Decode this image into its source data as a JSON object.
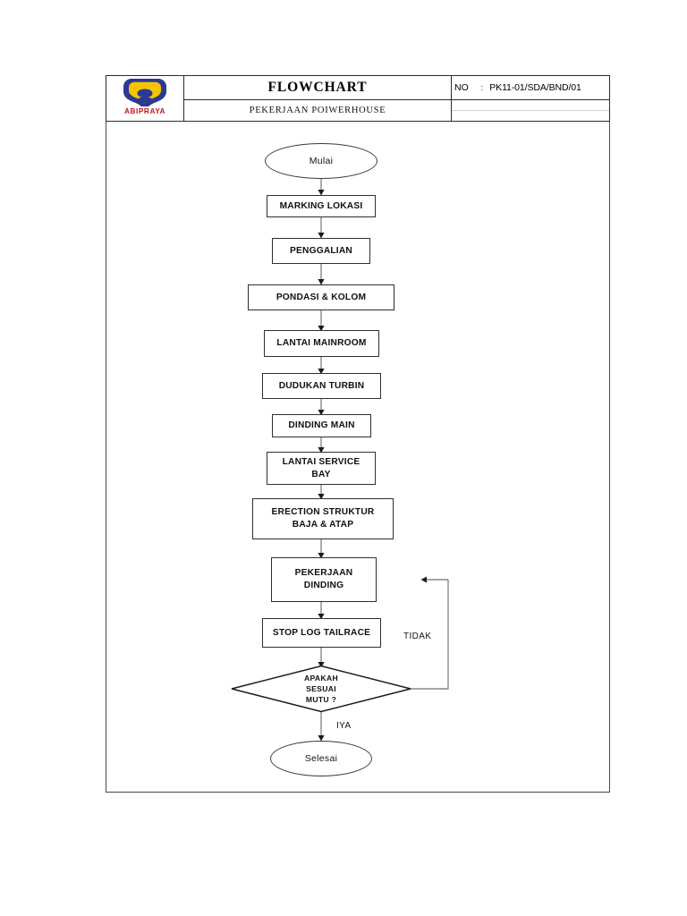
{
  "document": {
    "title": "FLOWCHART",
    "subtitle": "PEKERJAAN  POIWERHOUSE",
    "number_label": "NO",
    "number_separator": ":",
    "number_value": "PK11-01/SDA/BND/01",
    "logo_text": "ABIPRAYA"
  },
  "colors": {
    "logo_blue": "#2b3990",
    "logo_yellow": "#f5c400",
    "logo_red": "#c1121f",
    "border": "#2f2f2f",
    "frame": "#4a4a4a"
  },
  "chart_data": {
    "type": "flowchart",
    "title": "FLOWCHART",
    "subtitle": "PEKERJAAN  POIWERHOUSE",
    "orientation": "top-to-bottom",
    "nodes": [
      {
        "id": "start",
        "shape": "ellipse",
        "label": "Mulai"
      },
      {
        "id": "n1",
        "shape": "box",
        "label": "MARKING LOKASI"
      },
      {
        "id": "n2",
        "shape": "box",
        "label": "PENGGALIAN"
      },
      {
        "id": "n3",
        "shape": "box",
        "label": "PONDASI & KOLOM"
      },
      {
        "id": "n4",
        "shape": "box",
        "label": "LANTAI MAINROOM"
      },
      {
        "id": "n5",
        "shape": "box",
        "label": "DUDUKAN TURBIN"
      },
      {
        "id": "n6",
        "shape": "box",
        "label": "DINDING MAIN"
      },
      {
        "id": "n7",
        "shape": "box",
        "label": "LANTAI SERVICE\nBAY"
      },
      {
        "id": "n8",
        "shape": "box",
        "label": "ERECTION STRUKTUR\nBAJA & ATAP"
      },
      {
        "id": "n9",
        "shape": "box",
        "label": "PEKERJAAN\nDINDING"
      },
      {
        "id": "n10",
        "shape": "box",
        "label": "STOP LOG TAILRACE"
      },
      {
        "id": "decision",
        "shape": "diamond",
        "label": "APAKAH\nSESUAI\nMUTU ?",
        "line1": "APAKAH",
        "line2": "SESUAI",
        "line3": "MUTU ?"
      },
      {
        "id": "end",
        "shape": "ellipse",
        "label": "Selesai"
      }
    ],
    "edges": [
      {
        "from": "start",
        "to": "n1",
        "label": ""
      },
      {
        "from": "n1",
        "to": "n2",
        "label": ""
      },
      {
        "from": "n2",
        "to": "n3",
        "label": ""
      },
      {
        "from": "n3",
        "to": "n4",
        "label": ""
      },
      {
        "from": "n4",
        "to": "n5",
        "label": ""
      },
      {
        "from": "n5",
        "to": "n6",
        "label": ""
      },
      {
        "from": "n6",
        "to": "n7",
        "label": ""
      },
      {
        "from": "n7",
        "to": "n8",
        "label": ""
      },
      {
        "from": "n8",
        "to": "n9",
        "label": ""
      },
      {
        "from": "n9",
        "to": "n10",
        "label": ""
      },
      {
        "from": "n10",
        "to": "decision",
        "label": ""
      },
      {
        "from": "decision",
        "to": "end",
        "label": "IYA"
      },
      {
        "from": "decision",
        "to": "n9",
        "label": "TIDAK"
      }
    ],
    "edge_labels": {
      "yes": "IYA",
      "no": "TIDAK"
    }
  }
}
